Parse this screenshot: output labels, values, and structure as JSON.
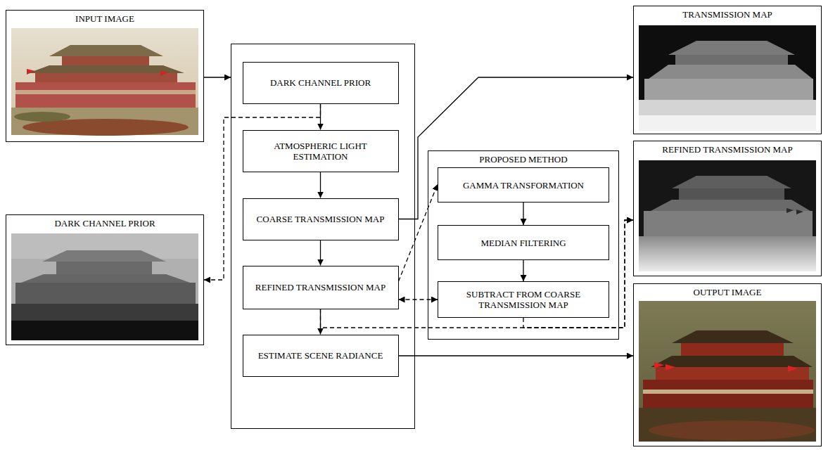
{
  "diagram": {
    "nodes": [
      {
        "text": [
          "INPUT IMAGE"
        ]
      },
      {
        "text": [
          "DARK CHANNEL PRIOR"
        ]
      },
      {
        "text": []
      },
      {
        "text": [
          "DARK CHANNEL PRIOR"
        ],
        "in": 2
      },
      {
        "text": [
          "ATMOSPHERIC LIGHT ESTIMATION"
        ],
        "in": 2
      },
      {
        "text": [
          "COARSE TRANSMISSION MAP"
        ],
        "in": 2
      },
      {
        "text": [
          "REFINED TRANSMISSION MAP"
        ],
        "in": 2
      },
      {
        "text": [
          "ESTIMATE SCENE RADIANCE"
        ],
        "in": 2
      },
      {
        "text": [
          "PROPOSED METHOD"
        ]
      },
      {
        "text": [
          "GAMMA TRANSFORMATION"
        ],
        "in": 8
      },
      {
        "text": [
          "MEDIAN FILTERING"
        ],
        "in": 8
      },
      {
        "text": [
          "SUBTRACT FROM COARSE TRANSMISSION MAP"
        ],
        "in": 8
      },
      {
        "text": [
          "TRANSMISSION MAP"
        ]
      },
      {
        "text": [
          "REFINED TRANSMISSION MAP"
        ]
      },
      {
        "text": [
          "OUTPUT IMAGE"
        ]
      }
    ],
    "edges": [
      {
        "from": 0,
        "to": 2,
        "arrow": "to"
      },
      {
        "from": 3,
        "to": 4,
        "arrow": "to"
      },
      {
        "from": 4,
        "to": 5,
        "arrow": "to"
      },
      {
        "from": 5,
        "to": 6,
        "arrow": "to"
      },
      {
        "from": 6,
        "to": 7,
        "arrow": "to"
      },
      {
        "from": 3,
        "to": 1,
        "arrow": "to"
      },
      {
        "from": 5,
        "to": 12,
        "arrow": "to"
      },
      {
        "from": 6,
        "to": 9,
        "arrow": "to"
      },
      {
        "from": 6,
        "to": 11,
        "arrow": "both"
      },
      {
        "from": 9,
        "to": 10,
        "arrow": "to"
      },
      {
        "from": 10,
        "to": 11,
        "arrow": "to"
      },
      {
        "from": 6,
        "to": 13,
        "arrow": "to"
      },
      {
        "from": 11,
        "to": 13,
        "arrow": "to"
      },
      {
        "from": 7,
        "to": 14,
        "arrow": "to"
      }
    ]
  }
}
